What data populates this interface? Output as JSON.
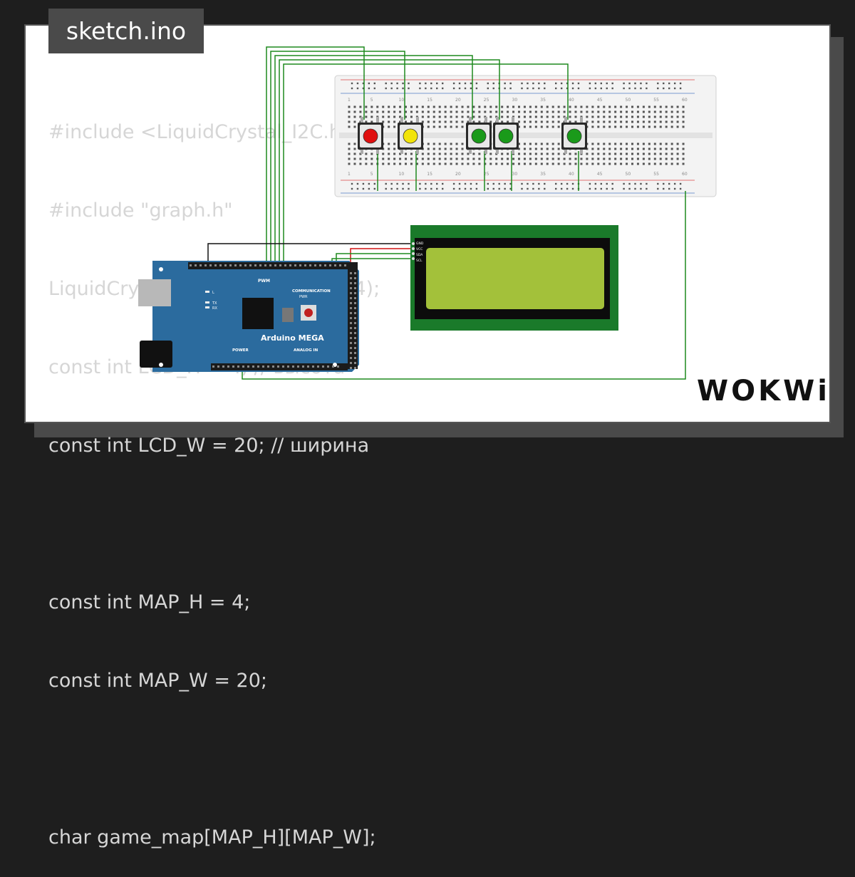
{
  "filename": "sketch.ino",
  "code_lines": [
    "#include <LiquidCrystal_I2C.h>",
    "#include \"graph.h\"",
    "LiquidCrystal_I2C lcd(0x27, 20, 4);",
    "const int LCD_H = 4; // высота",
    "const int LCD_W = 20; // ширина",
    "",
    "const int MAP_H = 4;",
    "const int MAP_W = 20;",
    "",
    "char game_map[MAP_H][MAP_W];"
  ],
  "board": {
    "name": "Arduino MEGA",
    "pwm": "PWM",
    "communication": "COMMUNICATION",
    "power": "POWER",
    "analog_in": "ANALOG IN",
    "pwr": "PWR",
    "l": "L",
    "tx": "TX",
    "rx": "RX"
  },
  "lcd": {
    "pins": [
      "GND",
      "VCC",
      "SDA",
      "SCL"
    ],
    "color": "#a3c13a"
  },
  "breadboard": {
    "column_labels": [
      "1",
      "5",
      "10",
      "15",
      "20",
      "25",
      "30",
      "35",
      "40",
      "45",
      "50",
      "55",
      "60"
    ]
  },
  "buttons": [
    {
      "color": "#e01010"
    },
    {
      "color": "#f2e40a"
    },
    {
      "color": "#1a9a1a"
    },
    {
      "color": "#1a9a1a"
    },
    {
      "color": "#1a9a1a"
    }
  ],
  "logo": "WOKWi",
  "colors": {
    "board": "#2b6b9e",
    "wire": "#1e8a1e",
    "lcd_frame": "#1a7a2a"
  }
}
